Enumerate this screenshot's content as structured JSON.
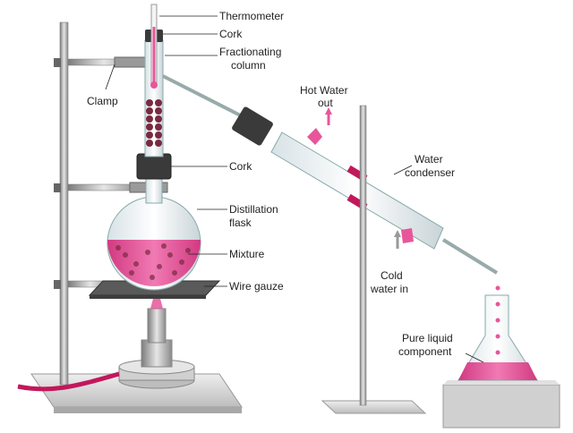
{
  "labels": {
    "thermometer": "Thermometer",
    "cork_top": "Cork",
    "fractionating_1": "Fractionating",
    "fractionating_2": "column",
    "clamp": "Clamp",
    "hot_water_1": "Hot Water",
    "hot_water_2": "out",
    "water_condenser_1": "Water",
    "water_condenser_2": "condenser",
    "cork_mid": "Cork",
    "distillation_1": "Distillation",
    "distillation_2": "flask",
    "mixture": "Mixture",
    "wire_gauze": "Wire gauze",
    "cold_water_1": "Cold",
    "cold_water_2": "water in",
    "pure_liquid_1": "Pure liquid",
    "pure_liquid_2": "component"
  },
  "colors": {
    "liquid": "#e8559a",
    "liquid_dark": "#d23a82",
    "glass": "#eef3f5",
    "stand": "#9a9a9a",
    "base": "#d9d9d9",
    "tube": "#c2185b",
    "bead": "#7a2a40"
  }
}
